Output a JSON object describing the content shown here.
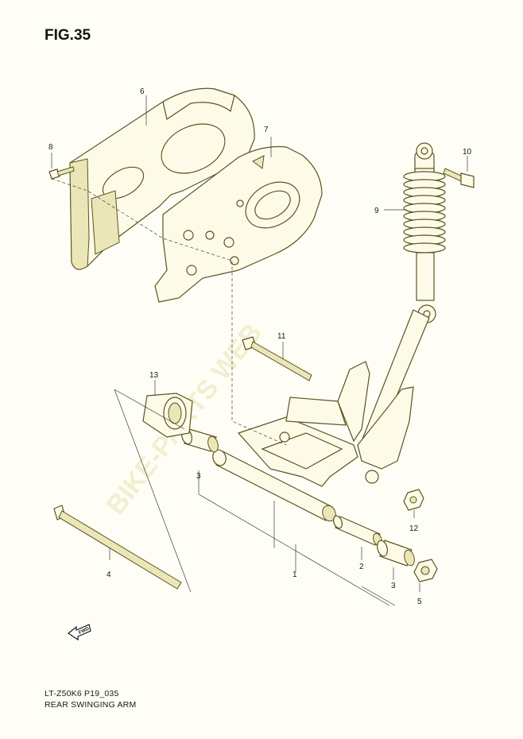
{
  "figure": {
    "title": "FIG.35"
  },
  "footer": {
    "model_code": "LT-Z50K6 P19_035",
    "section_title": "REAR SWINGING ARM"
  },
  "watermark": {
    "text": "BIKE-PARTS WEB"
  },
  "direction_marker": {
    "label": "FWD",
    "icon": "arrow-left-icon"
  },
  "callouts": {
    "part_1": "1",
    "part_2": "2",
    "part_3a": "3",
    "part_3b": "3",
    "part_4": "4",
    "part_5": "5",
    "part_6": "6",
    "part_7": "7",
    "part_8": "8",
    "part_9": "9",
    "part_10": "10",
    "part_11": "11",
    "part_12": "12",
    "part_13": "13"
  },
  "colors": {
    "line": "#5a5420",
    "fill": "#fdfbe8",
    "shade": "#ebe6b8",
    "background": "#fffef6"
  }
}
